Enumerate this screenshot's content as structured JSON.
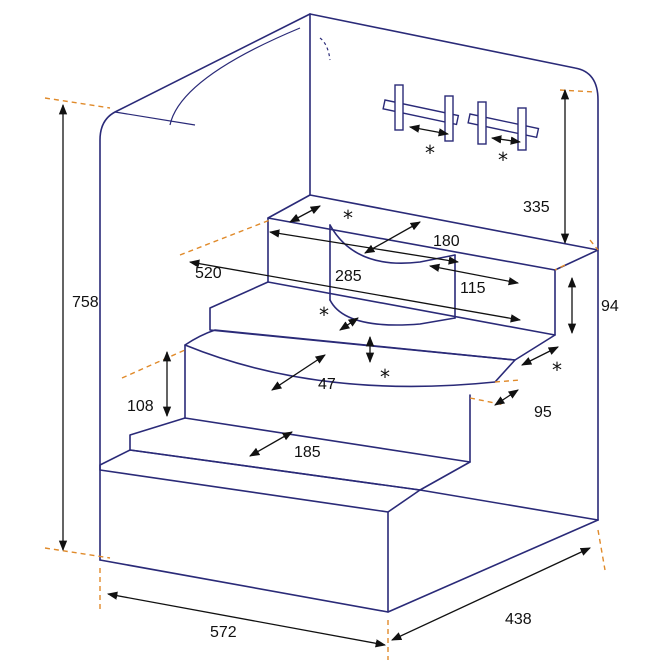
{
  "dimensions": {
    "height_total": "758",
    "step_height": "108",
    "width_total": "572",
    "depth_total": "438",
    "depth_top": "520",
    "top_inner": "285",
    "niche_width": "180",
    "side_ledge": "115",
    "faucet_height": "335",
    "side_step": "94",
    "niche_depth": "47",
    "side_gap": "95",
    "lower_step": "185"
  },
  "note_mark": "*",
  "colors": {
    "outline": "#2a2a78",
    "extension": "#e08a2a",
    "dimension": "#111111"
  }
}
